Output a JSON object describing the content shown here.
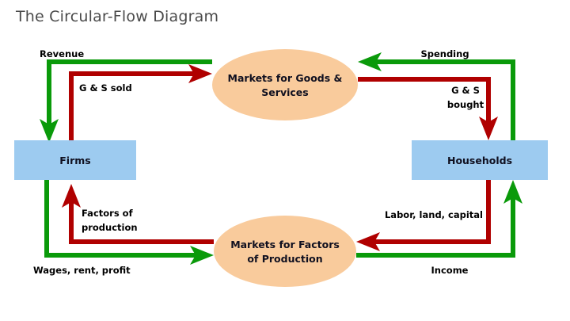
{
  "title": "The Circular-Flow Diagram",
  "colors": {
    "green_flow": "#0A9A0A",
    "red_flow": "#B00000",
    "sector_box": "#9DCBF0",
    "market_ellipse": "#F9CB9C",
    "title_text": "#4A4A4A",
    "background": "#FFFFFF"
  },
  "nodes": {
    "market_goods": {
      "line1": "Markets for Goods &",
      "line2": "Services"
    },
    "market_factors": {
      "line1": "Markets for Factors",
      "line2": "of Production"
    },
    "firms": {
      "label": "Firms"
    },
    "households": {
      "label": "Households"
    }
  },
  "flows": {
    "revenue": {
      "label": "Revenue",
      "color": "green"
    },
    "gs_sold": {
      "label": "G & S sold",
      "color": "red"
    },
    "spending": {
      "label": "Spending",
      "color": "green"
    },
    "gs_bought": {
      "line1": "G & S",
      "line2": "bought",
      "color": "red"
    },
    "factors_of_production": {
      "line1": "Factors of",
      "line2": "production",
      "color": "red"
    },
    "wages_rent_profit": {
      "label": "Wages, rent, profit",
      "color": "green"
    },
    "labor_land_capital": {
      "label": "Labor, land, capital",
      "color": "red"
    },
    "income": {
      "label": "Income",
      "color": "green"
    }
  }
}
